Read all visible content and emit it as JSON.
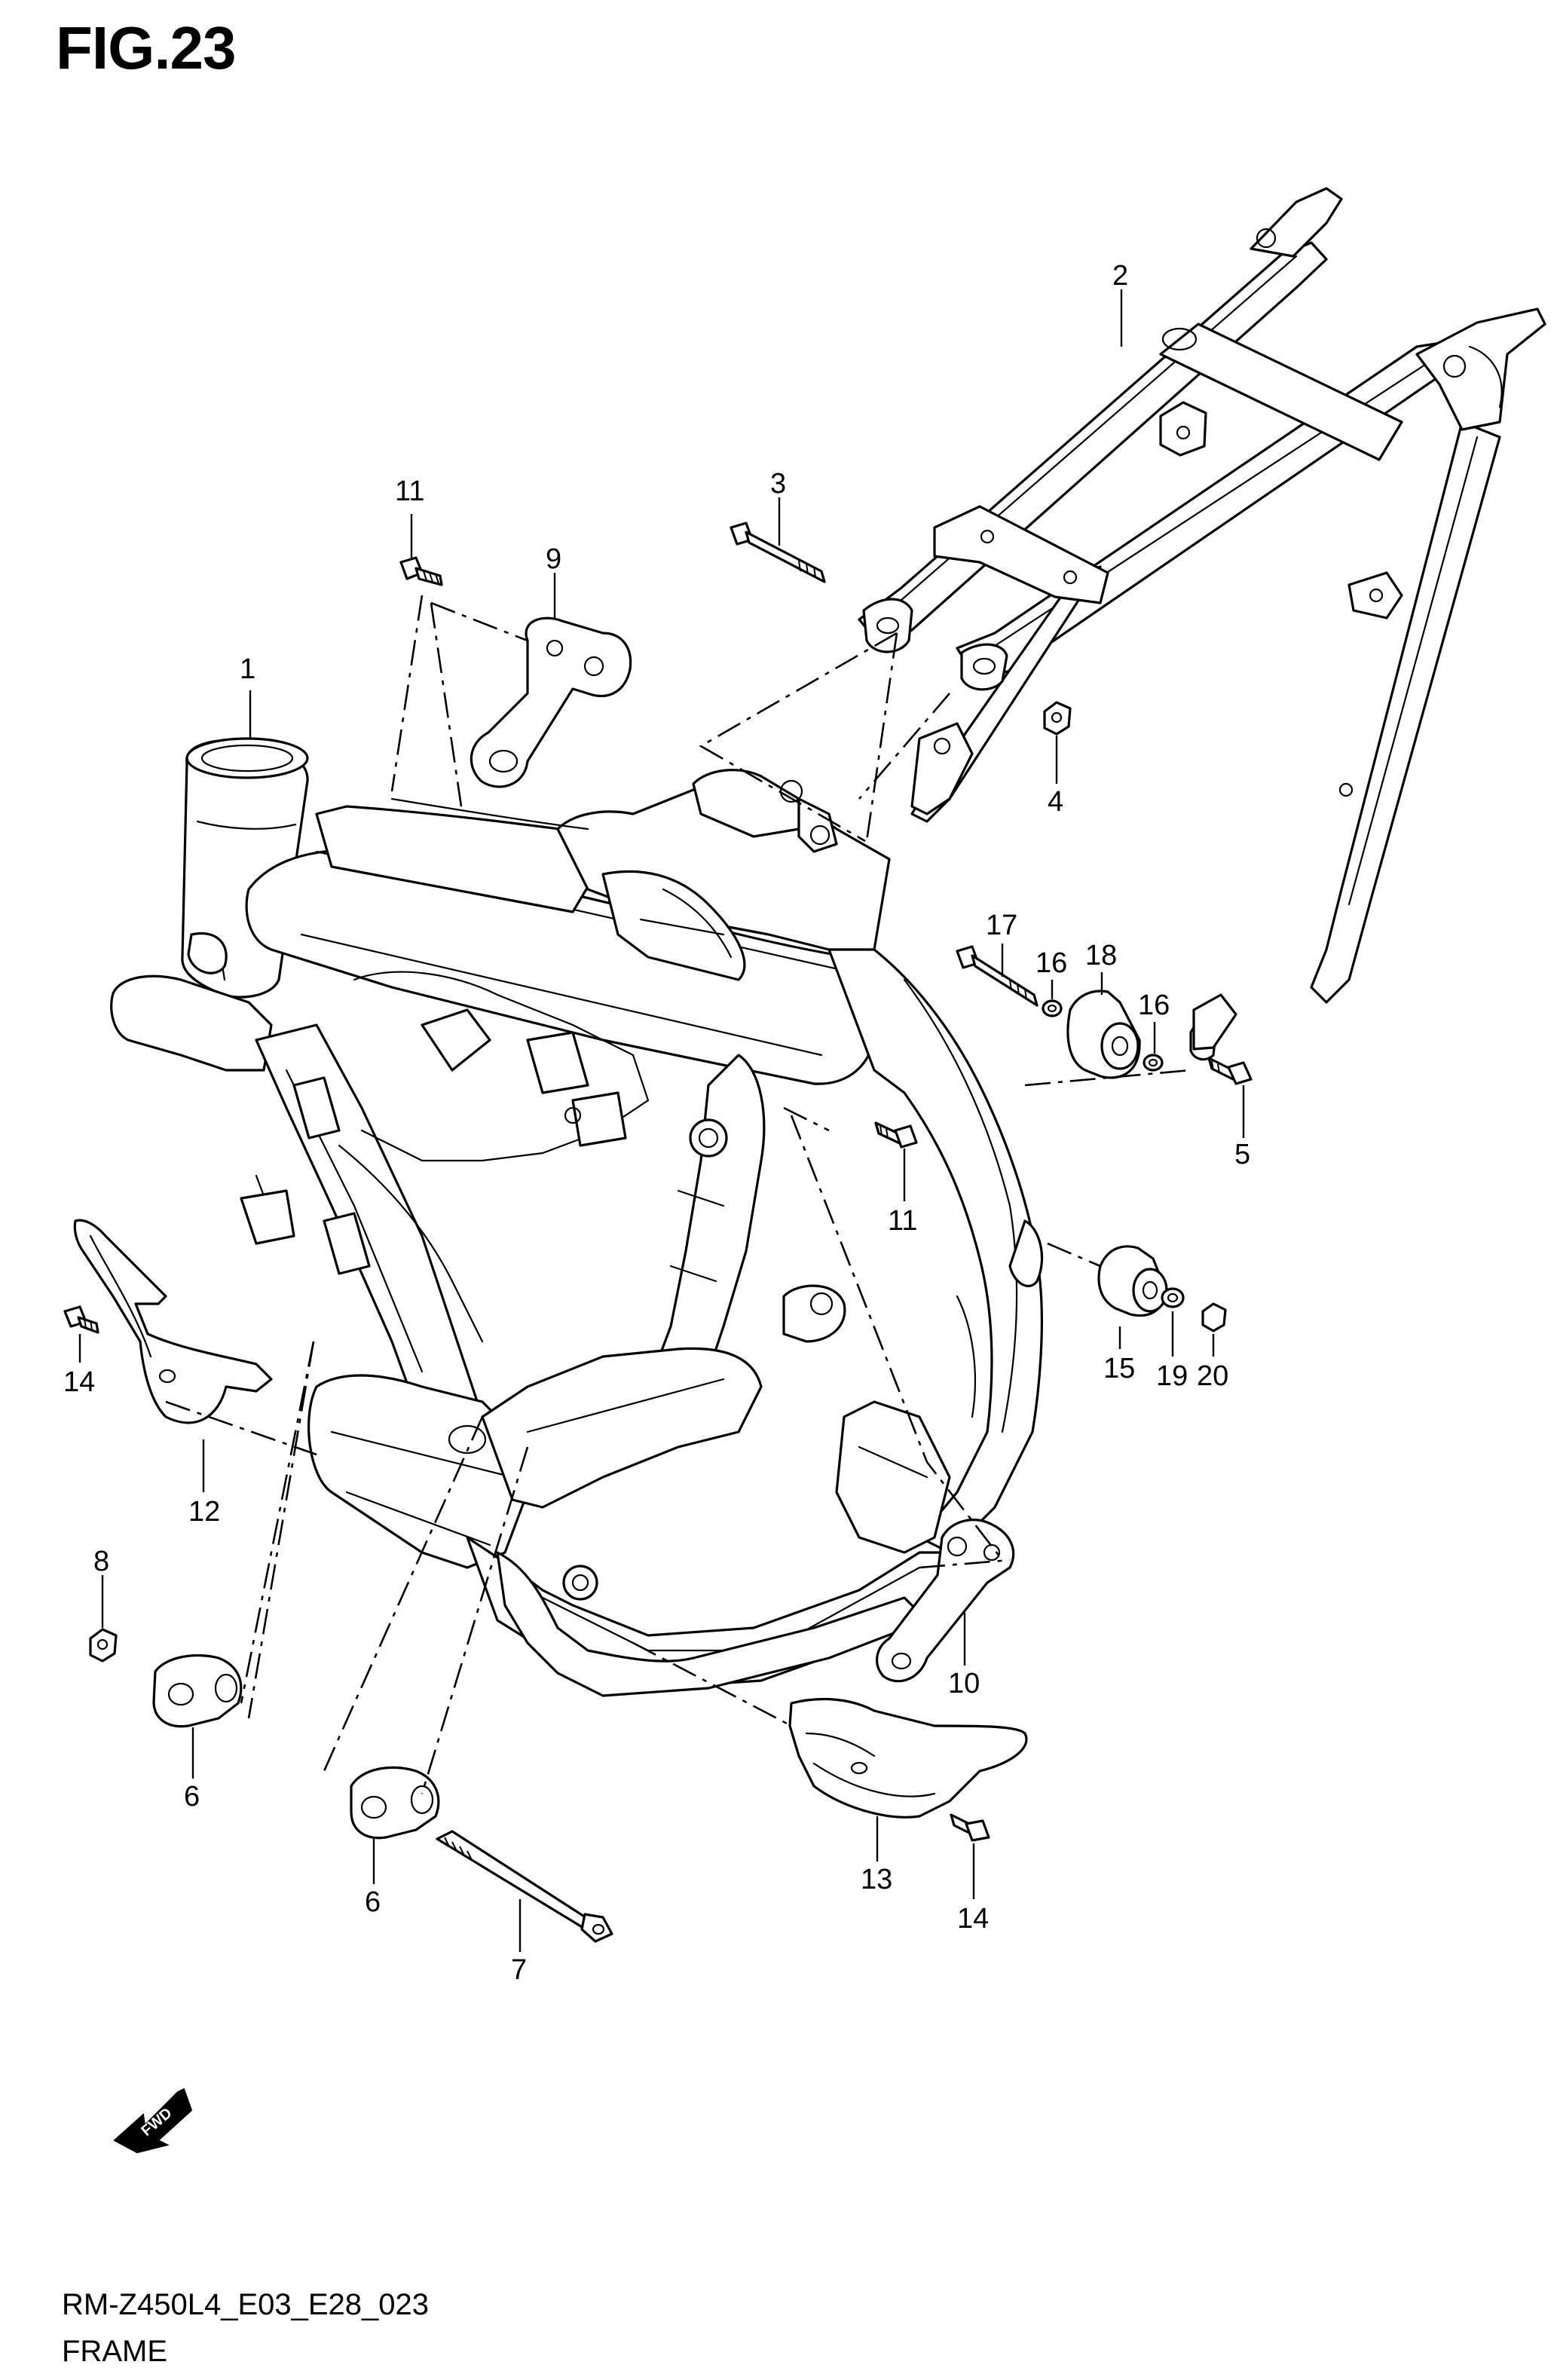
{
  "figure": {
    "title": "FIG.23",
    "code": "RM-Z450L4_E03_E28_023",
    "name": "FRAME",
    "fwd_label": "FWD"
  },
  "callouts": [
    {
      "id": "c1",
      "label": "1"
    },
    {
      "id": "c2",
      "label": "2"
    },
    {
      "id": "c3",
      "label": "3"
    },
    {
      "id": "c4",
      "label": "4"
    },
    {
      "id": "c5",
      "label": "5"
    },
    {
      "id": "c6a",
      "label": "6"
    },
    {
      "id": "c6b",
      "label": "6"
    },
    {
      "id": "c7",
      "label": "7"
    },
    {
      "id": "c8",
      "label": "8"
    },
    {
      "id": "c9",
      "label": "9"
    },
    {
      "id": "c10",
      "label": "10"
    },
    {
      "id": "c11a",
      "label": "11"
    },
    {
      "id": "c11b",
      "label": "11"
    },
    {
      "id": "c12",
      "label": "12"
    },
    {
      "id": "c13",
      "label": "13"
    },
    {
      "id": "c14a",
      "label": "14"
    },
    {
      "id": "c14b",
      "label": "14"
    },
    {
      "id": "c15",
      "label": "15"
    },
    {
      "id": "c16a",
      "label": "16"
    },
    {
      "id": "c16b",
      "label": "16"
    },
    {
      "id": "c17",
      "label": "17"
    },
    {
      "id": "c18",
      "label": "18"
    },
    {
      "id": "c19",
      "label": "19"
    },
    {
      "id": "c20",
      "label": "20"
    }
  ]
}
